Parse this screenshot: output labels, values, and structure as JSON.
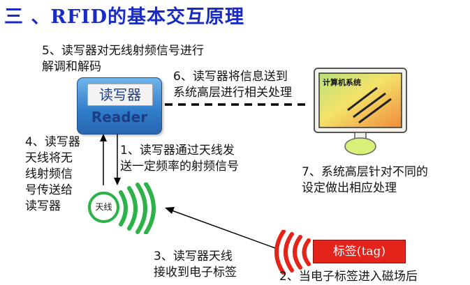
{
  "title": "三 、RFID的基本交互原理",
  "reader": {
    "label_cn": "读写器",
    "label_en": "Reader"
  },
  "computer": {
    "label": "计算机系统"
  },
  "antenna": {
    "label": "天线"
  },
  "tag": {
    "label": "标签(tag)"
  },
  "steps": {
    "s1": [
      "1、读写器通过天线发",
      "送一定频率的射频信号"
    ],
    "s3": [
      "3、读写器天线",
      "接收到电子标签"
    ],
    "s4": [
      "4、读写器",
      "天线将无",
      "线射频信",
      "号传送给",
      "读写器"
    ],
    "s5": [
      "5、读写器对无线射频信号进行",
      "解调和解码"
    ],
    "s6": [
      "6、读写器将信息送到",
      "系统高层进行相关处理"
    ],
    "s7": [
      "7、系统高层针对不同的",
      "设定做出相应处理"
    ],
    "s2_partial": "2、当电子标签进入磁场后"
  },
  "colors": {
    "title": "#1a2bc4",
    "wave_green": "#2db24a",
    "wave_red": "#e4231b",
    "tag_red": "#e4231b"
  }
}
